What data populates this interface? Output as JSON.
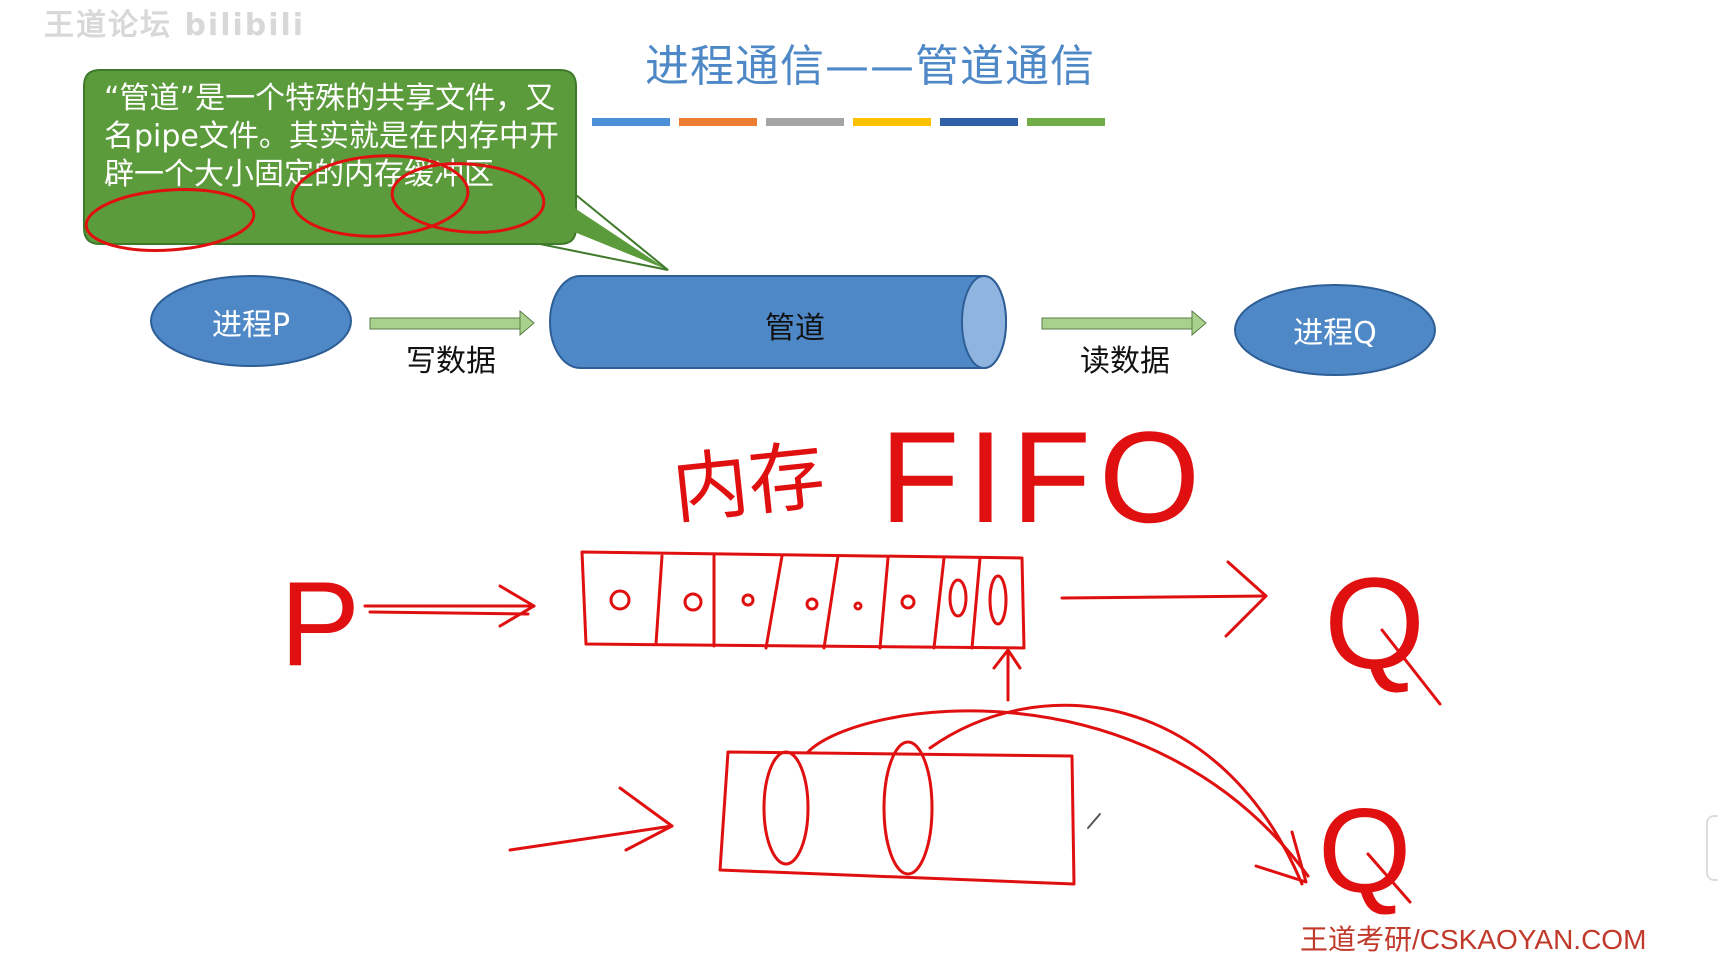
{
  "watermark": "王道论坛 bilibili",
  "title": "进程通信——管道通信",
  "title_bar_colors": [
    "#4a90d9",
    "#ed7d31",
    "#a5a5a5",
    "#ffc000",
    "#2e5fa8",
    "#70ad47"
  ],
  "callout": {
    "text": "“管道”是一个特殊的共享文件，又名pipe文件。其实就是在内存中开辟一个大小固定的内存缓冲区",
    "fill": "#5b9b3c"
  },
  "diagram": {
    "process_p_label": "进程P",
    "write_label": "写数据",
    "pipe_label": "管道",
    "read_label": "读数据",
    "process_q_label": "进程Q",
    "shape_fill": "#4f88c6"
  },
  "handwriting": {
    "memory_word": "内存",
    "fifo": "FIFO",
    "p_letter": "P",
    "q_letter": "Q",
    "q_letter_2": "Q",
    "ink_color": "#e01010"
  },
  "footer": "王道考研/CSKAOYAN.COM"
}
